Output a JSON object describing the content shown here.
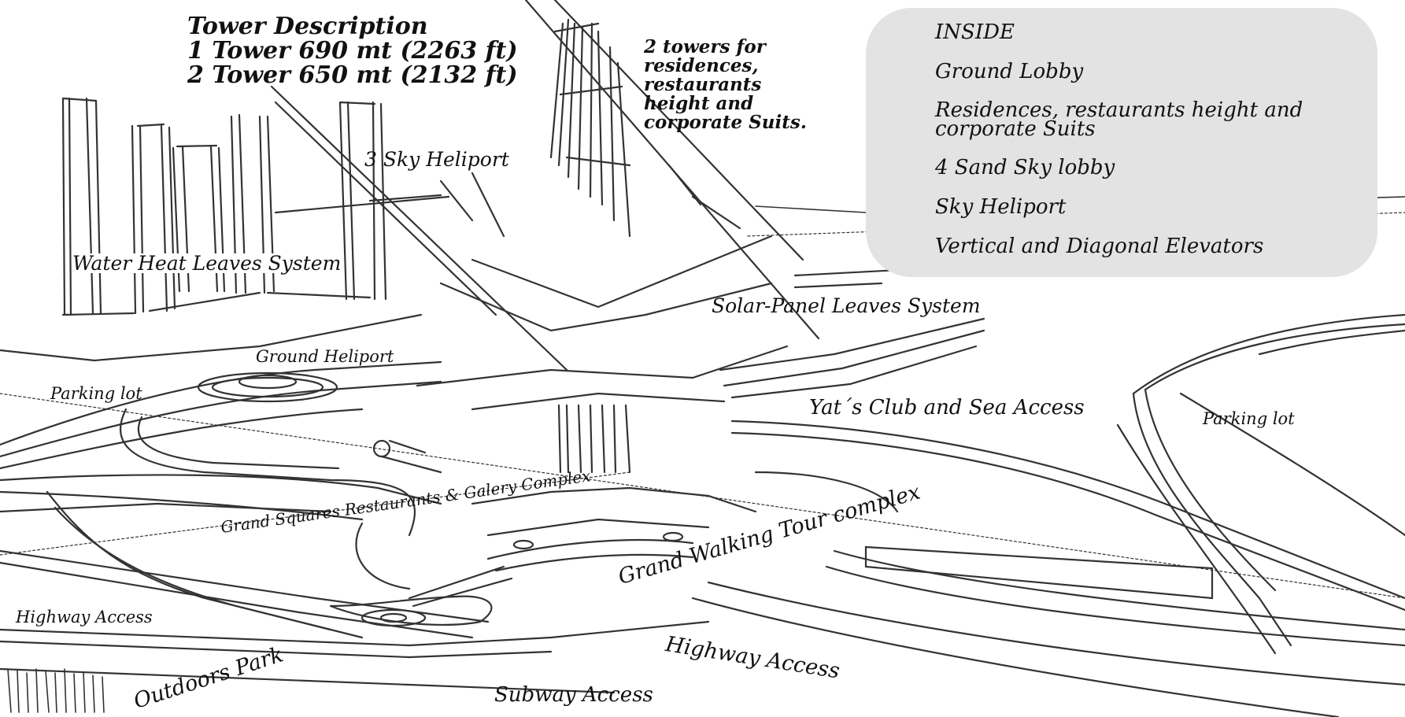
{
  "tower_description": {
    "heading": "Tower Description",
    "line1": "1 Tower 690 mt (2263 ft)",
    "line2": "2 Tower 650 mt (2132 ft)"
  },
  "towers_note": {
    "lines": [
      "2 towers for",
      "residences,",
      "restaurants",
      "height and",
      "corporate Suits."
    ]
  },
  "inside_panel": {
    "heading": "INSIDE",
    "items": [
      "Ground Lobby",
      "Residences, restaurants height and",
      "corporate Suits",
      "4 Sand Sky lobby",
      "Sky Heliport",
      "Vertical and Diagonal Elevators"
    ]
  },
  "labels": {
    "sky_heliport": "3 Sky Heliport",
    "water_heat": "Water Heat Leaves System",
    "solar_panel": "Solar-Panel Leaves System",
    "ground_heliport": "Ground Heliport",
    "parking_lot_left": "Parking lot",
    "yats_club": "Yat´s Club and Sea Access",
    "parking_lot_right": "Parking lot",
    "grand_squares": "Grand Squares Restaurants & Galery Complex",
    "grand_walking": "Grand Walking Tour complex",
    "highway_left": "Highway Access",
    "highway_right": "Highway Access",
    "outdoors_park": "Outdoors Park",
    "subway": "Subway Access"
  },
  "colors": {
    "ink": "#111111",
    "panel_bg": "#e3e3e3",
    "sketch_line": "#333333"
  }
}
